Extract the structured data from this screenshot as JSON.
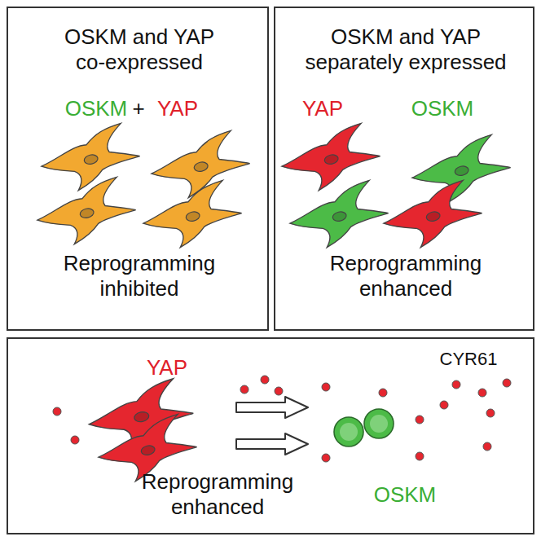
{
  "diagram": {
    "nodes": [
      {
        "text": [
          "OSKM and YAP co-expressed",
          "OSKM",
          "+",
          "YAP",
          "Reprogramming inhibited"
        ]
      },
      {
        "text": [
          "OSKM and YAP separately expressed",
          "YAP",
          "OSKM",
          "Reprogramming enhanced"
        ]
      },
      {
        "text": [
          "YAP",
          "CYR61",
          "OSKM",
          "Reprogramming enhanced"
        ]
      }
    ]
  }
}
